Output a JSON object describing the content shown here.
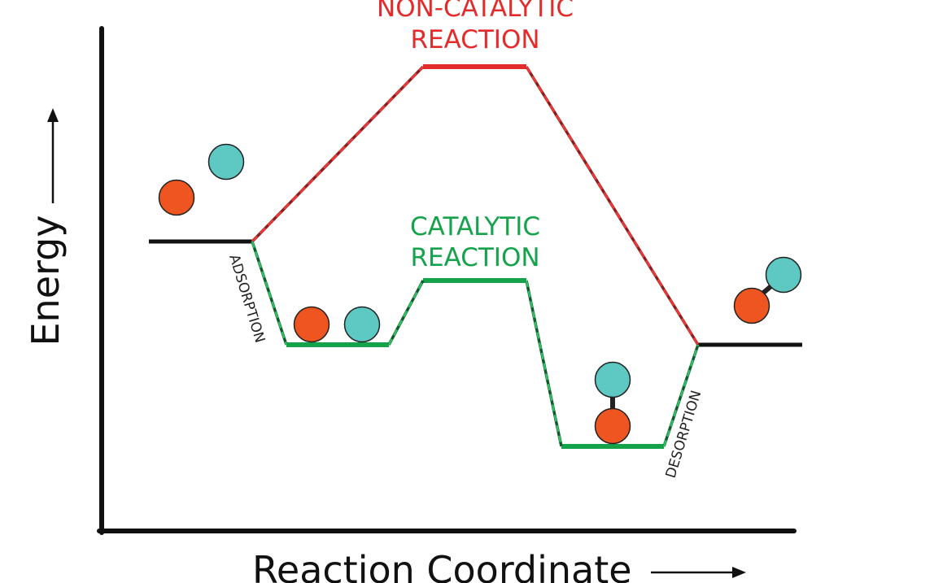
{
  "diagram": {
    "y_axis_title": "Energy",
    "x_axis_title": "Reaction Coordinate",
    "noncatalytic_label": [
      "NON-CATALYTIC",
      "REACTION"
    ],
    "catalytic_label": [
      "CATALYTIC",
      "REACTION"
    ],
    "adsorption_label": "ADSORPTION",
    "desorption_label": "DESORPTION",
    "colors": {
      "axis": "#111111",
      "noncatalytic": "#e32b2b",
      "catalytic": "#14a24a",
      "baseline": "#111111",
      "atom_orange": "#ee5520",
      "atom_teal": "#5ec8c3",
      "atom_stroke": "#222222"
    },
    "molecule_icons": [
      "orange-atom",
      "teal-atom",
      "bond"
    ]
  }
}
